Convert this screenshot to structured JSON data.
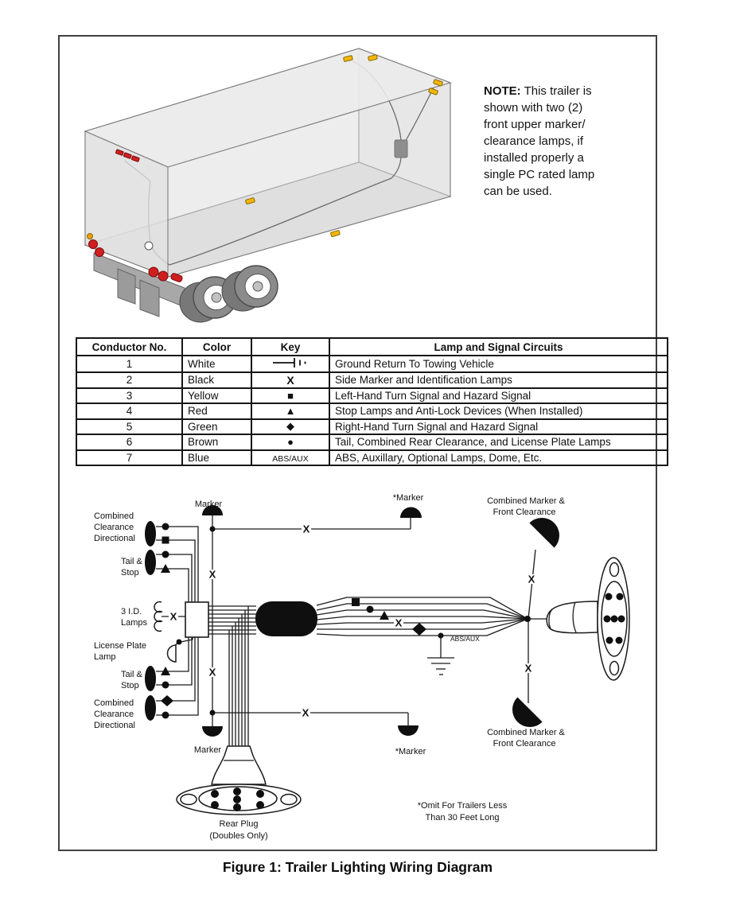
{
  "page": {
    "caption": "Figure 1: Trailer Lighting Wiring Diagram"
  },
  "note": {
    "prefix": "NOTE:",
    "text": " This trailer is\nshown with two (2)\nfront upper marker/\nclearance lamps, if\ninstalled properly a\nsingle PC rated lamp\ncan be used."
  },
  "table": {
    "headers": [
      "Conductor No.",
      "Color",
      "Key",
      "Lamp and Signal Circuits"
    ],
    "rows": [
      {
        "no": "1",
        "color": "White",
        "key": "",
        "circuit": "Ground Return To Towing Vehicle"
      },
      {
        "no": "2",
        "color": "Black",
        "key": "X",
        "circuit": "Side Marker and Identification Lamps"
      },
      {
        "no": "3",
        "color": "Yellow",
        "key": "■",
        "circuit": "Left-Hand Turn Signal and Hazard Signal"
      },
      {
        "no": "4",
        "color": "Red",
        "key": "▲",
        "circuit": "Stop Lamps and Anti-Lock Devices (When Installed)"
      },
      {
        "no": "5",
        "color": "Green",
        "key": "◆",
        "circuit": "Right-Hand Turn Signal and Hazard Signal"
      },
      {
        "no": "6",
        "color": "Brown",
        "key": "●",
        "circuit": "Tail, Combined Rear Clearance, and License Plate Lamps"
      },
      {
        "no": "7",
        "color": "Blue",
        "key": "ABS/AUX",
        "circuit": "ABS, Auxillary, Optional Lamps, Dome, Etc."
      }
    ]
  },
  "diagram": {
    "labels": {
      "combined": "Combined",
      "clearance": "Clearance",
      "directional": "Directional",
      "tail_amp": "Tail &",
      "stop": "Stop",
      "id_lamps_1": "3 I.D.",
      "id_lamps_2": "Lamps",
      "license_1": "License Plate",
      "license_2": "Lamp",
      "marker": "Marker",
      "marker_star": "*Marker",
      "combined_marker": "Combined Marker &",
      "front_clearance": "Front Clearance",
      "abs_aux": "ABS/AUX",
      "rear_plug_1": "Rear Plug",
      "rear_plug_2": "(Doubles Only)",
      "omit_1": "*Omit For Trailers Less",
      "omit_2": "Than 30 Feet Long",
      "x": "X"
    }
  },
  "colors": {
    "marker_lamp_yellow": "#f2b705",
    "tail_lamp_red": "#cf1f1f",
    "wire_black": "#1a1a1a"
  }
}
